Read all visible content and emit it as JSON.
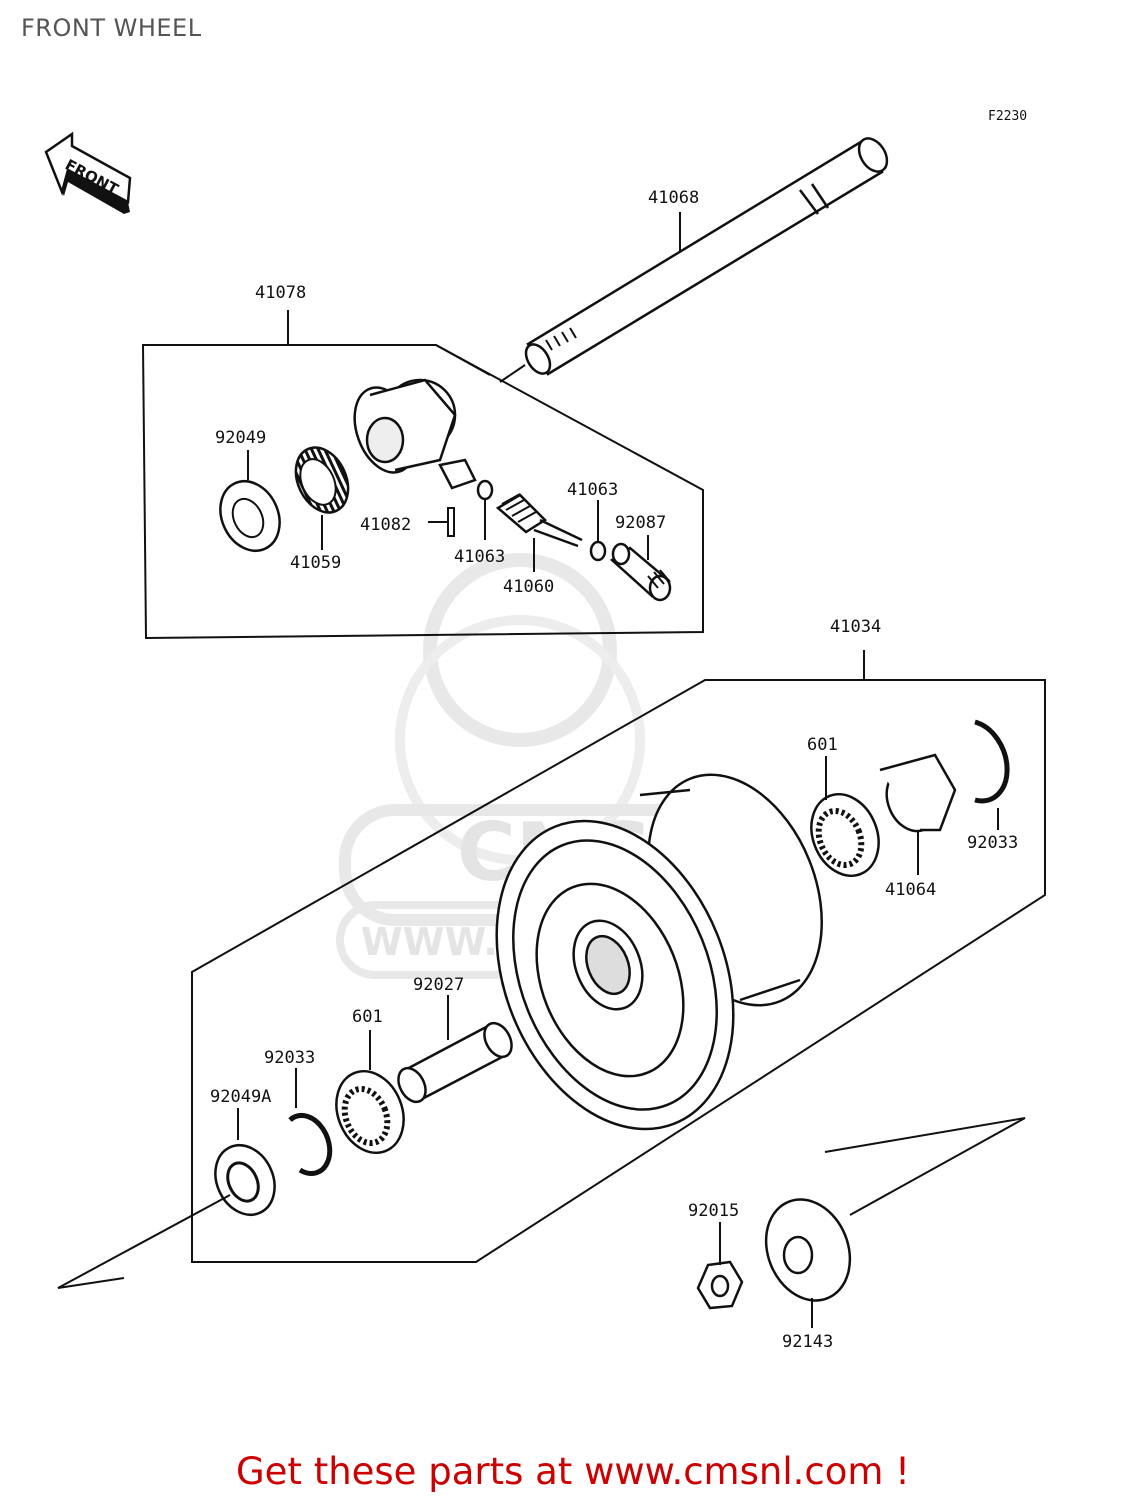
{
  "title": "FRONT WHEEL",
  "figure_code": "F2230",
  "front_marker": "FRONT",
  "watermark": {
    "brand": "CMS",
    "url": "WWW.CMSNL.COM"
  },
  "footer": "Get these parts at www.cmsnl.com !",
  "parts": {
    "p41068": "41068",
    "p41078": "41078",
    "p92049": "92049",
    "p41059": "41059",
    "p41082": "41082",
    "p41063a": "41063",
    "p41063b": "41063",
    "p41060": "41060",
    "p92087": "92087",
    "p41034": "41034",
    "p601a": "601",
    "p92033a": "92033",
    "p41064": "41064",
    "p92027": "92027",
    "p601b": "601",
    "p92033b": "92033",
    "p92049A": "92049A",
    "p92015": "92015",
    "p92143": "92143"
  }
}
